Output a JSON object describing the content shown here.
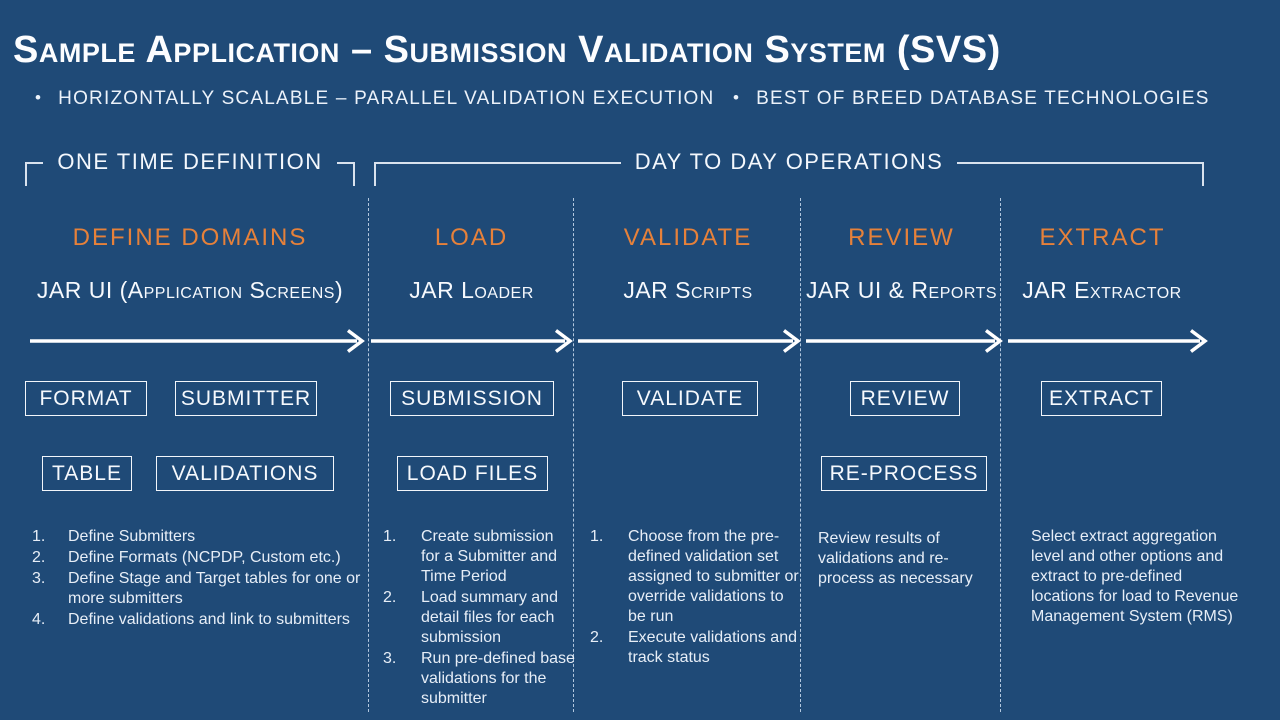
{
  "slide_title": "Sample Application – Submission Validation System (SVS)",
  "bullet_char": "•",
  "bullets": [
    "HORIZONTALLY SCALABLE – PARALLEL VALIDATION EXECUTION",
    "BEST OF BREED DATABASE TECHNOLOGIES"
  ],
  "phases": [
    {
      "label": "ONE TIME DEFINITION"
    },
    {
      "label": "DAY TO DAY OPERATIONS"
    }
  ],
  "columns": [
    {
      "header": "DEFINE DOMAINS",
      "tool": "JAR UI (Application Screens)",
      "boxes_row1": [
        "FORMAT",
        "SUBMITTER"
      ],
      "boxes_row2": [
        "TABLE",
        "VALIDATIONS"
      ],
      "steps": [
        "Define Submitters",
        "Define Formats (NCPDP, Custom etc.)",
        "Define Stage and Target tables for one or more submitters",
        "Define validations and link to submitters"
      ]
    },
    {
      "header": "LOAD",
      "tool": "JAR Loader",
      "boxes_row1": [
        "SUBMISSION"
      ],
      "boxes_row2": [
        "LOAD FILES"
      ],
      "steps": [
        "Create submission for a Submitter and Time Period",
        "Load summary and detail files for each submission",
        "Run pre-defined base validations for the submitter"
      ]
    },
    {
      "header": "VALIDATE",
      "tool": "JAR Scripts",
      "boxes_row1": [
        "VALIDATE"
      ],
      "boxes_row2": [],
      "steps": [
        "Choose from the pre-defined validation set assigned to submitter or override validations to be run",
        "Execute validations and track status"
      ]
    },
    {
      "header": "REVIEW",
      "tool": "JAR UI & Reports",
      "boxes_row1": [
        "REVIEW"
      ],
      "boxes_row2": [
        "RE-PROCESS"
      ],
      "note": "Review results of validations and re-process as necessary"
    },
    {
      "header": "EXTRACT",
      "tool": "JAR Extractor",
      "boxes_row1": [
        "EXTRACT"
      ],
      "boxes_row2": [],
      "note": "Select extract aggregation level and other options and extract to pre-defined locations for load to Revenue Management System (RMS)"
    }
  ],
  "colors": {
    "background": "#1F4A77",
    "accent_orange": "#E6813A",
    "line_white": "#F2F6FB"
  }
}
